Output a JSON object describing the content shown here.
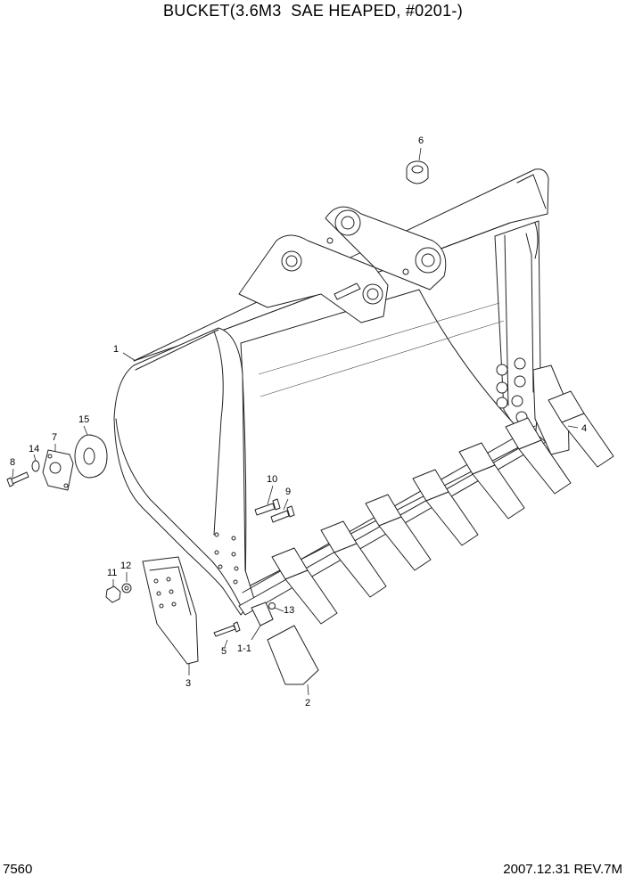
{
  "header": {
    "title": "BUCKET(3.6M3  SAE HEAPED, #0201-)"
  },
  "footer": {
    "page_code": "7560",
    "revision": "2007.12.31 REV.7M"
  },
  "callouts": [
    "1",
    "1-1",
    "2",
    "3",
    "4",
    "5",
    "6",
    "7",
    "8",
    "9",
    "10",
    "11",
    "12",
    "13",
    "14",
    "15"
  ]
}
